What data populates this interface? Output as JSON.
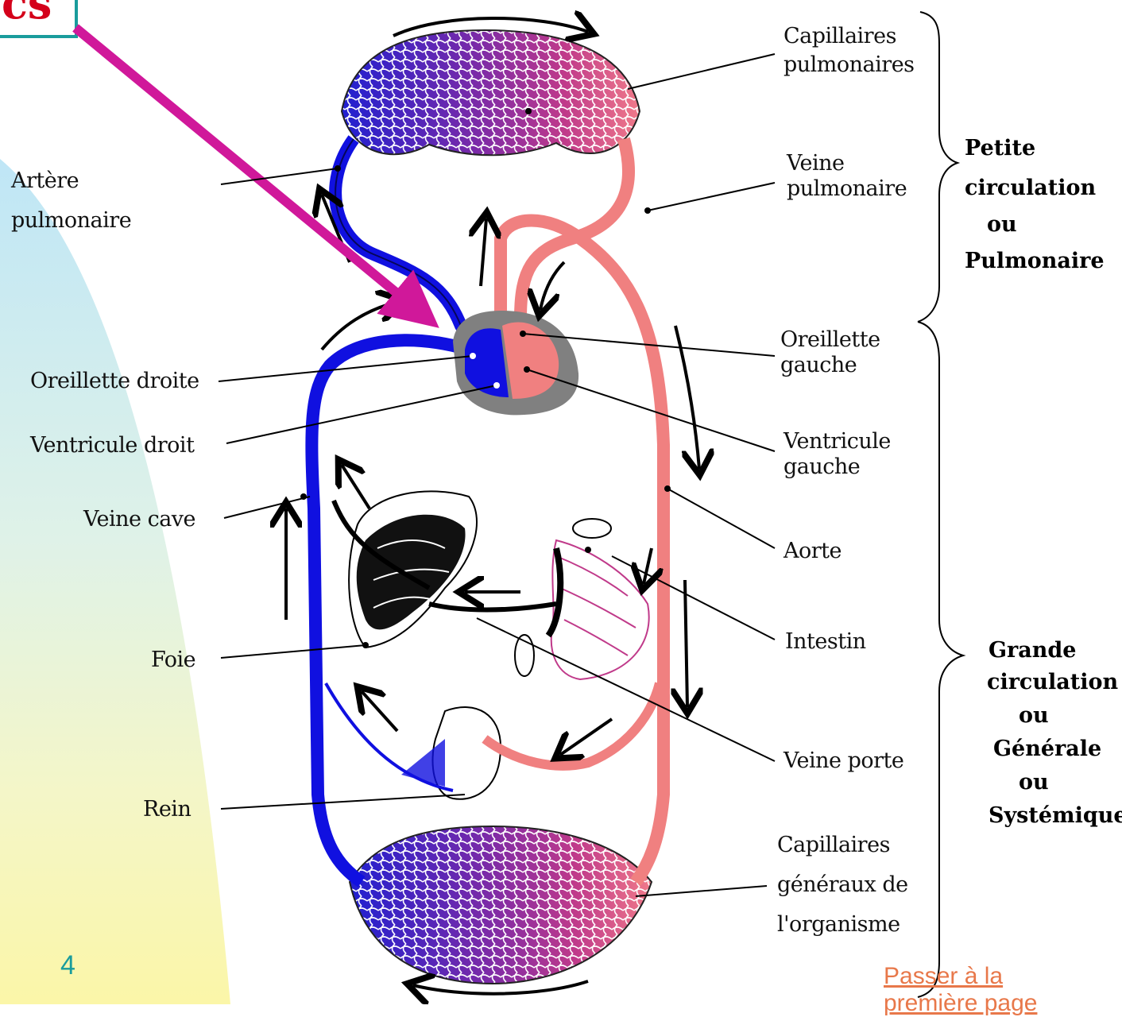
{
  "slide": {
    "title_fragment": "cs",
    "page_number": "4",
    "next_link_line1": "Passer à la",
    "next_link_line2": "première page"
  },
  "labels": {
    "capillaires_pulmonaires": [
      "Capillaires",
      "pulmonaires"
    ],
    "artere_pulmonaire": [
      "Artère",
      "pulmonaire"
    ],
    "veine_pulmonaire": [
      "Veine",
      "pulmonaire"
    ],
    "oreillette_gauche": [
      "Oreillette",
      "gauche"
    ],
    "oreillette_droite": "Oreillette droite",
    "ventricule_gauche": [
      "Ventricule",
      "gauche"
    ],
    "ventricule_droit": "Ventricule droit",
    "veine_cave": "Veine cave",
    "aorte": "Aorte",
    "intestin": "Intestin",
    "foie": "Foie",
    "veine_porte": "Veine porte",
    "rein": "Rein",
    "capillaires_generaux": [
      "Capillaires",
      "généraux de",
      "l'organisme"
    ]
  },
  "groups": {
    "petite": [
      "Petite",
      "circulation",
      "ou",
      "Pulmonaire"
    ],
    "grande": [
      "Grande",
      "circulation",
      "ou",
      "Générale",
      "ou",
      "Systémique"
    ]
  },
  "colors": {
    "venous_blue": "#1010e0",
    "arterial_pink": "#f08080",
    "annotation_arrow": "#d0189a",
    "title_border": "#1a9c9c",
    "title_text": "#d4001a",
    "link": "#e8784a"
  }
}
